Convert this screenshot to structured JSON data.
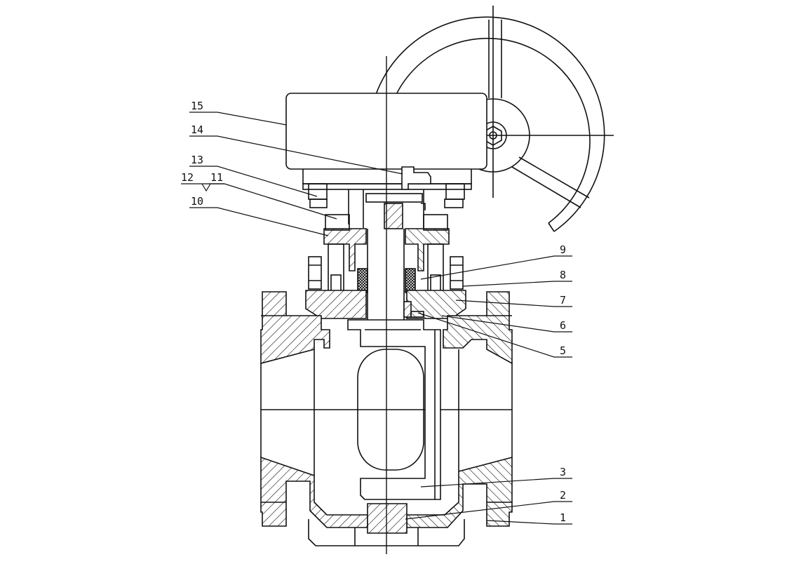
{
  "colors": {
    "line": "#111111",
    "background": "#ffffff",
    "hatch": "#111111"
  },
  "callouts": {
    "left": [
      {
        "id": "15",
        "label": "15"
      },
      {
        "id": "14",
        "label": "14"
      },
      {
        "id": "13",
        "label": "13"
      },
      {
        "id": "12",
        "label": "12"
      },
      {
        "id": "11",
        "label": "11"
      },
      {
        "id": "10",
        "label": "10"
      }
    ],
    "right": [
      {
        "id": "9",
        "label": "9"
      },
      {
        "id": "8",
        "label": "8"
      },
      {
        "id": "7",
        "label": "7"
      },
      {
        "id": "6",
        "label": "6"
      },
      {
        "id": "5",
        "label": "5"
      },
      {
        "id": "3",
        "label": "3"
      },
      {
        "id": "2",
        "label": "2"
      },
      {
        "id": "1",
        "label": "1"
      }
    ]
  }
}
